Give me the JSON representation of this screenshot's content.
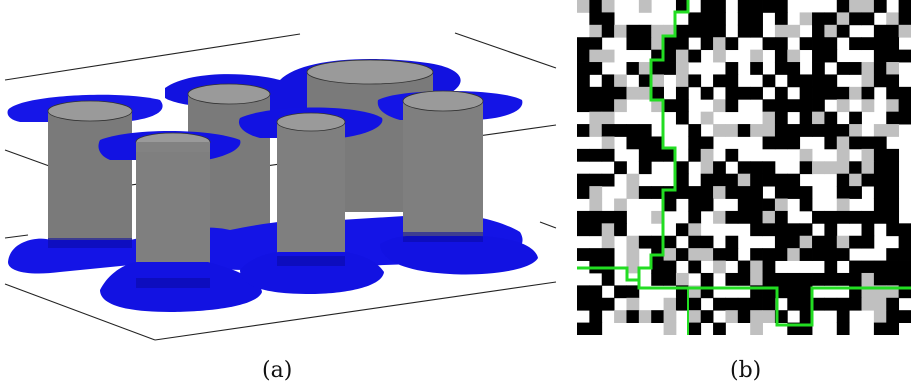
{
  "panels": [
    {
      "id": "a",
      "caption": "(a)"
    },
    {
      "id": "b",
      "caption": "(b)"
    }
  ],
  "colors": {
    "blue_surface": "#1010e6",
    "blue_dark": "#06068f",
    "pillar_gray": "#7d7d7d",
    "pillar_top": "#9a9a9a",
    "maze_wall": "#000000",
    "maze_gray": "#c0c0c0",
    "path_green": "#22dd22"
  },
  "maze": {
    "columns": 27,
    "rows": 27,
    "seed": 7
  }
}
